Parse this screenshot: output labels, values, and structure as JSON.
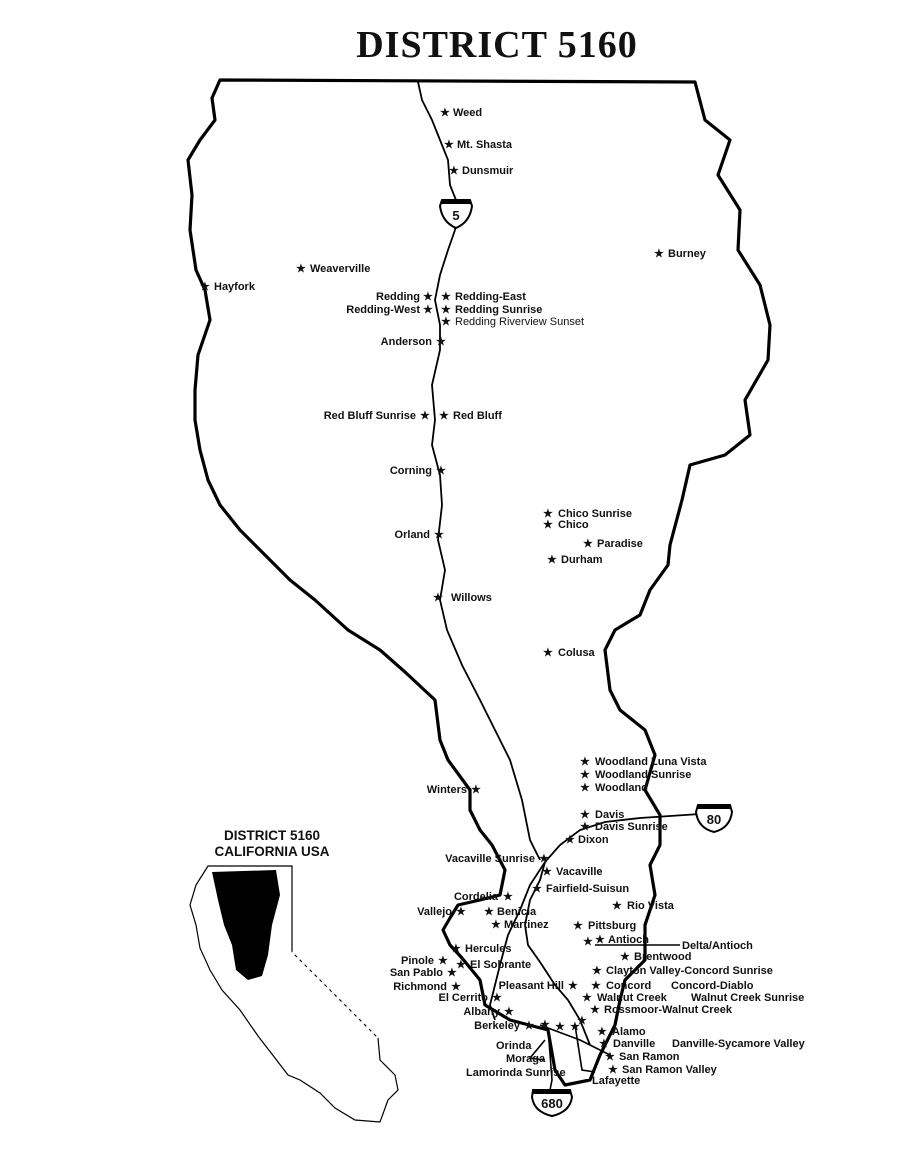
{
  "title": "DISTRICT 5160",
  "inset": {
    "line1": "DISTRICT 5160",
    "line2": "CALIFORNIA USA"
  },
  "highways": {
    "i5": "5",
    "i80": "80",
    "i680": "680"
  },
  "cities": {
    "weed": "Weed",
    "mt_shasta": "Mt. Shasta",
    "dunsmuir": "Dunsmuir",
    "burney": "Burney",
    "weaverville": "Weaverville",
    "hayfork": "Hayfork",
    "redding": "Redding",
    "redding_east": "Redding-East",
    "redding_west": "Redding-West",
    "redding_sunrise": "Redding Sunrise",
    "redding_riverview": "Redding Riverview Sunset",
    "anderson": "Anderson",
    "red_bluff_sunrise": "Red Bluff Sunrise",
    "red_bluff": "Red Bluff",
    "corning": "Corning",
    "chico_sunrise": "Chico Sunrise",
    "chico": "Chico",
    "paradise": "Paradise",
    "orland": "Orland",
    "durham": "Durham",
    "willows": "Willows",
    "colusa": "Colusa",
    "woodland_luna_vista": "Woodland Luna Vista",
    "woodland_sunrise": "Woodland Sunrise",
    "woodland": "Woodland",
    "winters": "Winters",
    "davis": "Davis",
    "davis_sunrise": "Davis Sunrise",
    "dixon": "Dixon",
    "vacaville_sunrise": "Vacaville Sunrise",
    "vacaville": "Vacaville",
    "fairfield_suisun": "Fairfield-Suisun",
    "cordelia": "Cordelia",
    "rio_vista": "Rio Vista",
    "vallejo": "Vallejo",
    "benicia": "Benicia",
    "martinez": "Martinez",
    "pittsburg": "Pittsburg",
    "antioch": "Antioch",
    "delta_antioch": "Delta/Antioch",
    "hercules": "Hercules",
    "brentwood": "Brentwood",
    "pinole": "Pinole",
    "el_sobrante": "El Sobrante",
    "clayton_valley": "Clayton Valley-Concord Sunrise",
    "san_pablo": "San Pablo",
    "richmond": "Richmond",
    "pleasant_hill": "Pleasant Hill",
    "concord": "Concord",
    "concord_diablo": "Concord-Diablo",
    "el_cerrito": "El Cerrito",
    "walnut_creek": "Walnut Creek",
    "walnut_creek_sunrise": "Walnut Creek Sunrise",
    "albany": "Albany",
    "rossmoor": "Rossmoor-Walnut Creek",
    "berkeley": "Berkeley",
    "alamo": "Alamo",
    "orinda": "Orinda",
    "danville": "Danville",
    "danville_sycamore": "Danville-Sycamore Valley",
    "moraga": "Moraga",
    "san_ramon": "San Ramon",
    "lamorinda_sunrise": "Lamorinda Sunrise",
    "san_ramon_valley": "San Ramon Valley",
    "lafayette": "Lafayette"
  }
}
